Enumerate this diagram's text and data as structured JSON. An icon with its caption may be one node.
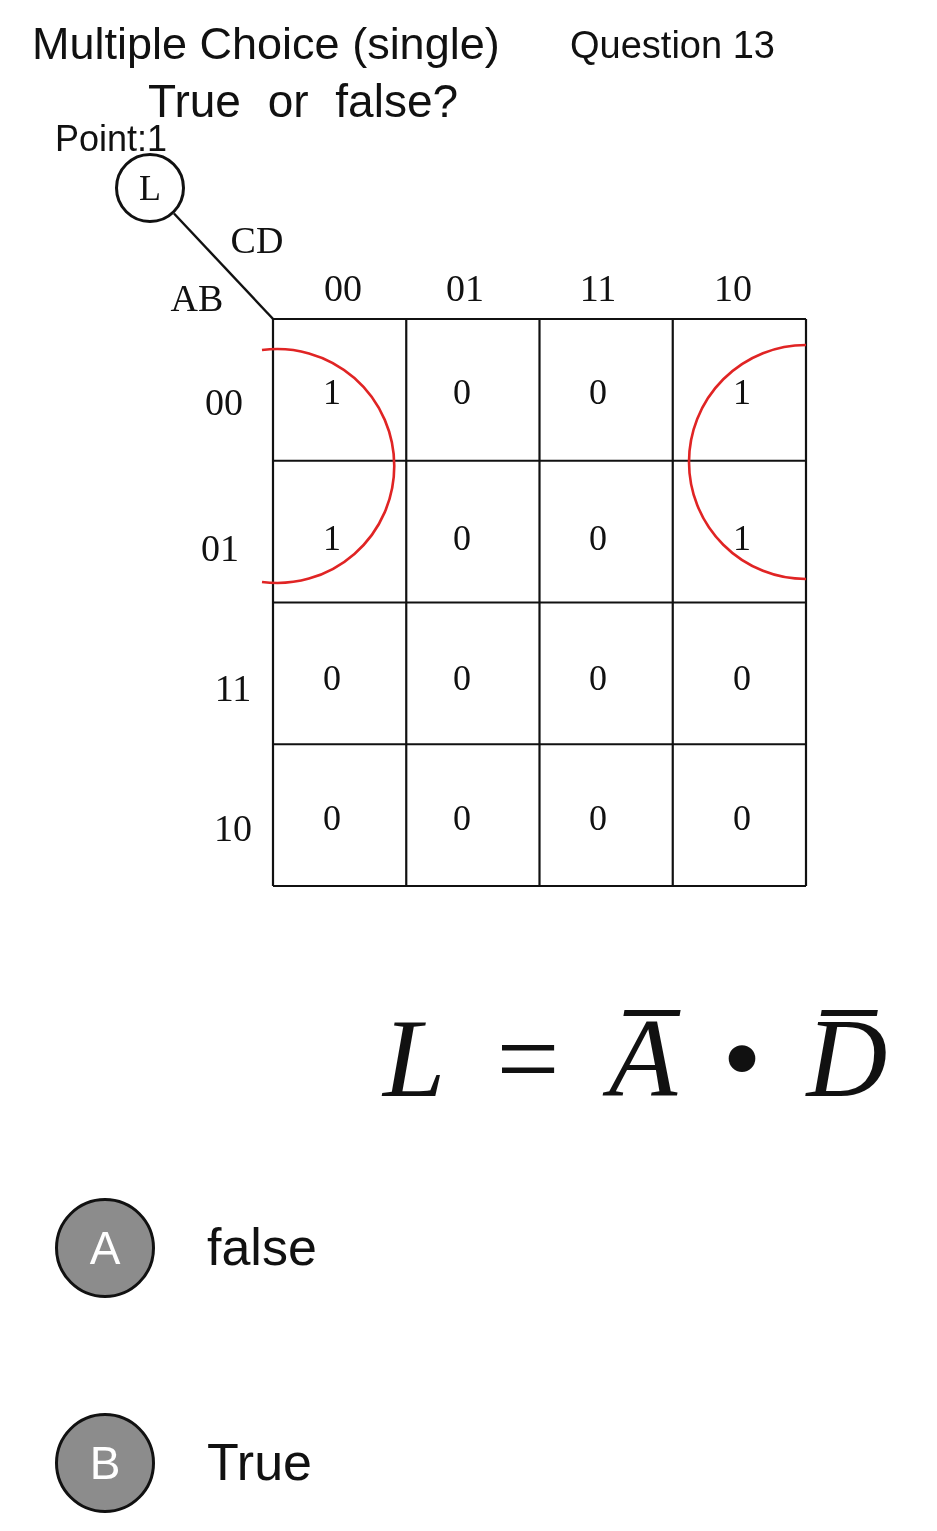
{
  "diagram": {
    "title": "Multiple Choice (single)",
    "nodes": [
      {
        "text": [
          "L"
        ]
      },
      {
        "text": [],
        "shape": "box"
      },
      {
        "text": [
          "A"
        ],
        "beside": [
          "false"
        ]
      },
      {
        "text": [
          "B"
        ],
        "beside": [
          "True"
        ]
      }
    ],
    "edges": [
      {
        "from": 0,
        "to": 1,
        "arrow": "none"
      }
    ],
    "labels": [
      "Question 13",
      "Point:1",
      "True or false?",
      "CD",
      "AB",
      "00",
      "01",
      "11",
      "10",
      "00",
      "1",
      "0",
      "0",
      "1",
      "01",
      "1",
      "0",
      "0",
      "1",
      "11",
      "0",
      "0",
      "0",
      "0",
      "10",
      "0",
      "0",
      "0",
      "0",
      "L = A̅ • D̅"
    ]
  }
}
